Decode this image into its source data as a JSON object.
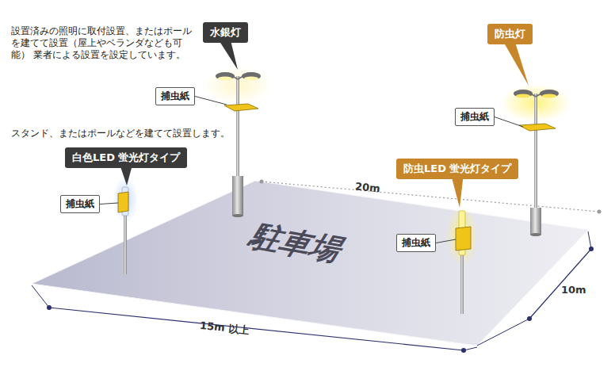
{
  "diagram": {
    "nodes": [
      {
        "text": [
          "水銀灯"
        ]
      },
      {
        "text": [
          "防虫灯"
        ]
      },
      {
        "text": [
          "捕虫紙"
        ]
      },
      {
        "text": [
          "捕虫紙"
        ]
      },
      {
        "text": [
          "白色LED 蛍光灯タイプ"
        ]
      },
      {
        "text": [
          "防虫LED 蛍光灯タイプ"
        ]
      },
      {
        "text": [
          "捕虫紙"
        ]
      },
      {
        "text": [
          "捕虫紙"
        ]
      }
    ],
    "labels": [
      "設置済みの照明に取付設置、またはポール を建てて設置（屋上やベランダなども可能） 業者による設置を設定しています。",
      "スタンド、またはポールなどを建てて設置します。",
      "20m",
      "駐車場",
      "10m",
      "15m 以上"
    ]
  }
}
